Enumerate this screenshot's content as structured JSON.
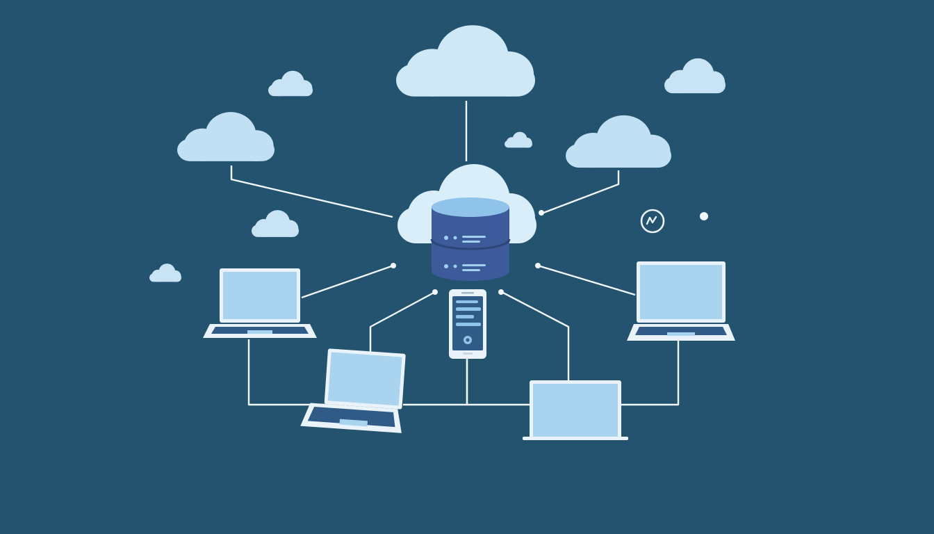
{
  "diagram": {
    "kind": "cloud-network-illustration",
    "colors": {
      "background": "#23536f",
      "cloud_light": "#d6ecf8",
      "cloud_mid": "#b3d8ef",
      "connector": "#f2f7fb",
      "database": "#3d5a9a",
      "database_top": "#8fc3ea",
      "screen": "#a9d3ef",
      "device_frame": "#eaf3f9",
      "keyboard": "#2f5b86"
    },
    "nodes": [
      {
        "id": "central-database",
        "icon": "database-icon"
      },
      {
        "id": "top-cloud",
        "icon": "cloud-icon"
      },
      {
        "id": "left-cloud",
        "icon": "cloud-icon"
      },
      {
        "id": "right-cloud",
        "icon": "cloud-icon"
      },
      {
        "id": "laptop-left",
        "icon": "laptop-icon"
      },
      {
        "id": "laptop-right",
        "icon": "laptop-icon"
      },
      {
        "id": "laptop-bottom-left",
        "icon": "laptop-icon"
      },
      {
        "id": "laptop-bottom-right",
        "icon": "laptop-icon"
      },
      {
        "id": "smartphone",
        "icon": "smartphone-icon"
      }
    ],
    "edges": [
      {
        "from": "top-cloud",
        "to": "central-database"
      },
      {
        "from": "left-cloud",
        "to": "central-database"
      },
      {
        "from": "right-cloud",
        "to": "central-database"
      },
      {
        "from": "laptop-left",
        "to": "central-database"
      },
      {
        "from": "laptop-right",
        "to": "central-database"
      },
      {
        "from": "laptop-bottom-left",
        "to": "central-database"
      },
      {
        "from": "laptop-bottom-right",
        "to": "central-database"
      },
      {
        "from": "smartphone",
        "to": "central-database"
      }
    ]
  }
}
